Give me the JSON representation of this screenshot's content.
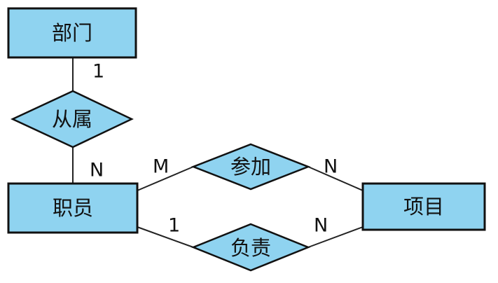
{
  "diagram": {
    "colors": {
      "fill": "#8fd3f0",
      "stroke": "#111111"
    },
    "entities": {
      "department": "部门",
      "employee": "职员",
      "project": "项目"
    },
    "relations": {
      "belongs_to": "从属",
      "participate": "参加",
      "responsible": "负责"
    },
    "cardinalities": {
      "department_side": "1",
      "employee_belongs": "N",
      "employee_participate": "M",
      "project_participate": "N",
      "employee_responsible": "1",
      "project_responsible": "N"
    }
  }
}
